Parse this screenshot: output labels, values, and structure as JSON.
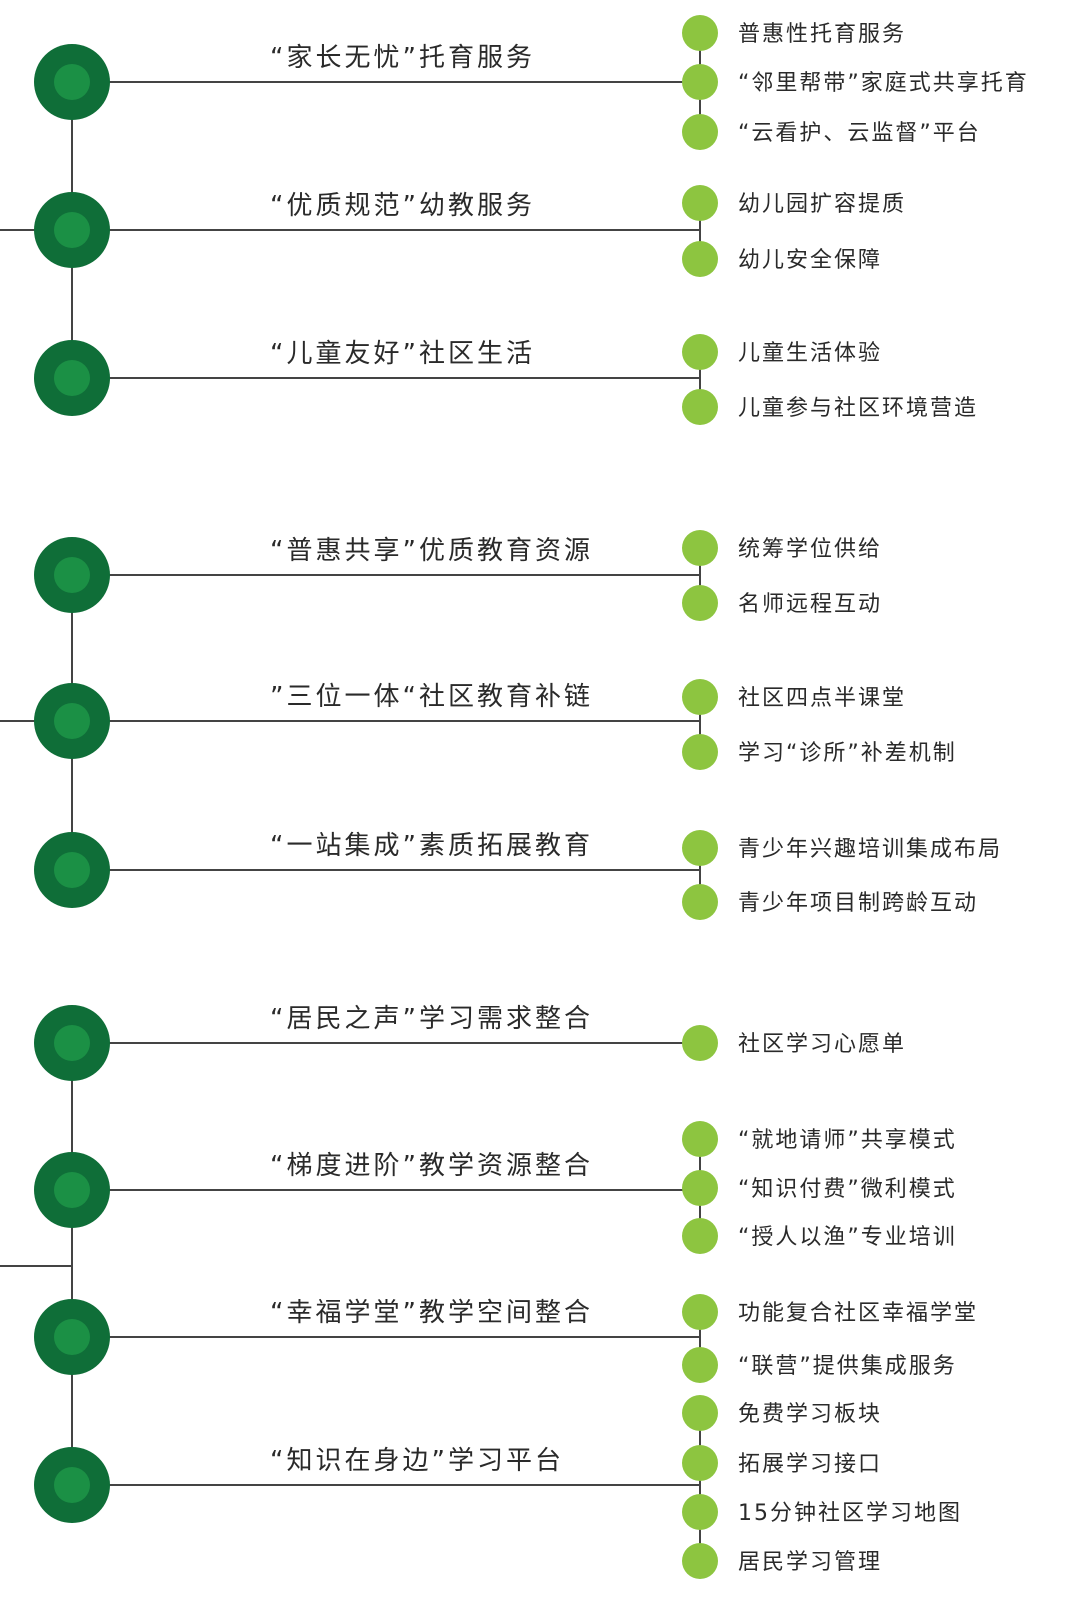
{
  "colors": {
    "outer": "#0f6e38",
    "inner": "#1b9045",
    "leaf": "#8dc540",
    "line": "#444444"
  },
  "groups": [
    {
      "title": "“家长无忧”托育服务",
      "items": [
        "普惠性托育服务",
        "“邻里帮带”家庭式共享托育",
        "“云看护、云监督”平台"
      ]
    },
    {
      "title": "“优质规范”幼教服务",
      "items": [
        "幼儿园扩容提质",
        "幼儿安全保障"
      ]
    },
    {
      "title": "“儿童友好”社区生活",
      "items": [
        "儿童生活体验",
        "儿童参与社区环境营造"
      ]
    },
    {
      "title": "“普惠共享”优质教育资源",
      "items": [
        "统筹学位供给",
        "名师远程互动"
      ]
    },
    {
      "title": "”三位一体“社区教育补链",
      "items": [
        "社区四点半课堂",
        "学习“诊所”补差机制"
      ]
    },
    {
      "title": "“一站集成”素质拓展教育",
      "items": [
        "青少年兴趣培训集成布局",
        "青少年项目制跨龄互动"
      ]
    },
    {
      "title": "“居民之声”学习需求整合",
      "items": [
        "社区学习心愿单"
      ]
    },
    {
      "title": "“梯度进阶”教学资源整合",
      "items": [
        "“就地请师”共享模式",
        "“知识付费”微利模式",
        "“授人以渔”专业培训"
      ]
    },
    {
      "title": "“幸福学堂”教学空间整合",
      "items": [
        "功能复合社区幸福学堂",
        "“联营”提供集成服务"
      ]
    },
    {
      "title": "“知识在身边”学习平台",
      "items": [
        "免费学习板块",
        "拓展学习接口",
        "15分钟社区学习地图",
        "居民学习管理"
      ]
    }
  ]
}
